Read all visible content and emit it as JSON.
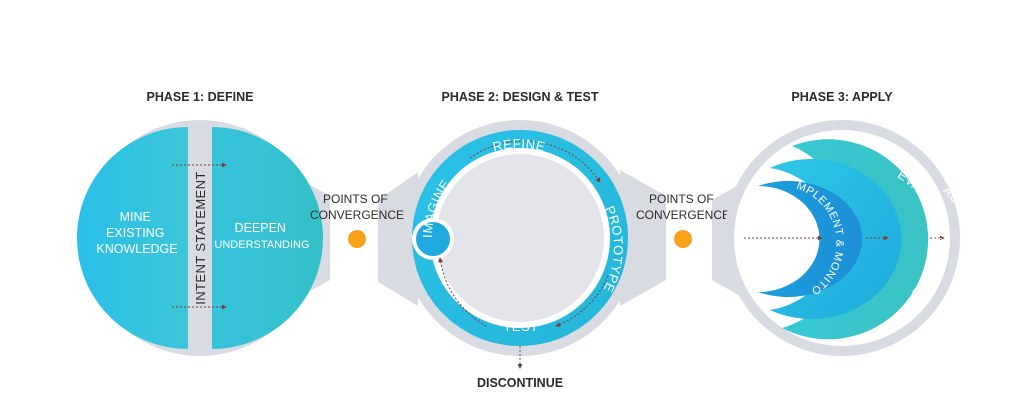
{
  "phases": [
    {
      "title": "PHASE 1: DEFINE"
    },
    {
      "title": "PHASE 2: DESIGN & TEST"
    },
    {
      "title": "PHASE 3: APPLY"
    }
  ],
  "phase1": {
    "left_label": [
      "MINE",
      "EXISTING",
      "KNOWLEDGE"
    ],
    "divider_label": "INTENT STATEMENT",
    "right_label": [
      "DEEPEN",
      "UNDERSTANDING"
    ]
  },
  "phase2": {
    "imagine": "IMAGINE",
    "refine": "REFINE",
    "prototype": "PROTOTYPE",
    "test": "TEST",
    "discontinue": "DISCONTINUE"
  },
  "phase3": {
    "implement": "IMPLEMENT & MONITOR",
    "evaluate": "EVALUATE & REFINE",
    "adapt": "ADAPT & SCALE"
  },
  "convergence": [
    {
      "line1": "POINTS OF",
      "line2": "CONVERGENCE"
    },
    {
      "line1": "POINTS OF",
      "line2": "CONVERGENCE"
    }
  ],
  "colors": {
    "cyan_light": "#2ec4e6",
    "cyan": "#1fb3e0",
    "teal": "#35c2c9",
    "grey_ring": "#d9dbe2",
    "grey_fill": "#e3e4e9",
    "orange": "#f7a21b"
  }
}
